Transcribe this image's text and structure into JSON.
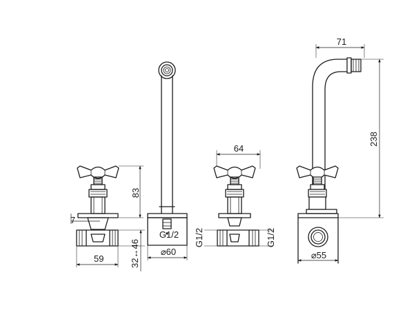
{
  "dimensions": {
    "handle_height": "83",
    "flange_thickness": "7",
    "inlet_width": "59",
    "adjust_range": "32↔46",
    "spout_thread": "G1/2",
    "spout_flange": "⌀60",
    "handle_span": "64",
    "left_valve_thread": "G1/2",
    "right_valve_thread": "G1/2",
    "spout_reach": "71",
    "spout_height": "238",
    "side_flange": "⌀55"
  }
}
